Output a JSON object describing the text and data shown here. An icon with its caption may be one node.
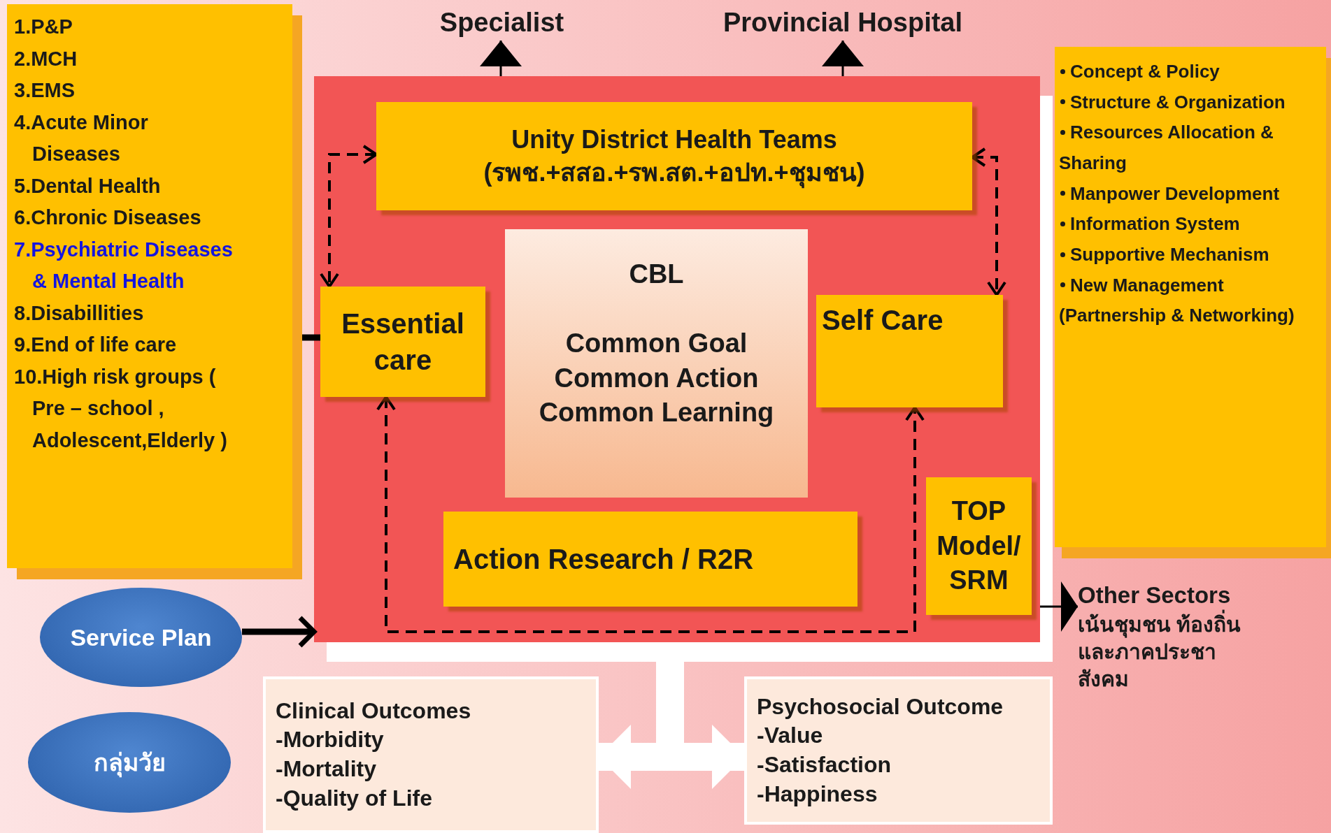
{
  "diagram": {
    "nodes": [
      {
        "text": [
          "1.P&P",
          "2.MCH",
          "3.EMS",
          "4.Acute Minor Diseases",
          "5.Dental Health",
          "6.Chronic Diseases",
          "7.Psychiatric Diseases & Mental Health",
          "8.Disabillities",
          "9.End of life care",
          "10.High risk groups ( Pre – school , Adolescent,Elderly )"
        ]
      },
      {
        "text": [
          "Specialist"
        ]
      },
      {
        "text": [
          "Provincial Hospital"
        ]
      },
      {
        "text": [
          "Concept & Policy",
          "Structure & Organization",
          "Resources Allocation & Sharing",
          "Manpower Development",
          "Information System",
          "Supportive Mechanism",
          "New Management (Partnership & Networking)"
        ]
      },
      {
        "text": [],
        "shape": "box"
      },
      {
        "text": [
          "Unity District Health Teams",
          "(รพช.+สสอ.+รพ.สต.+อปท.+ชุมชน)"
        ],
        "in": 4
      },
      {
        "text": [
          "Essential care"
        ],
        "in": 4
      },
      {
        "text": [
          "CBL",
          "Common Goal Common Action Common Learning"
        ],
        "in": 4
      },
      {
        "text": [
          "Self Care"
        ],
        "in": 4
      },
      {
        "text": [
          "Action Research / R2R"
        ],
        "in": 4
      },
      {
        "text": [
          "TOP Model/ SRM"
        ],
        "in": 4
      },
      {
        "text": [
          "Other Sectors",
          "เน้นชุมชน ท้องถิ่นและภาคประชาสังคม"
        ]
      },
      {
        "text": [
          "Service Plan"
        ]
      },
      {
        "text": [
          "กลุ่มวัย"
        ]
      },
      {
        "text": [
          "Clinical Outcomes",
          "-Morbidity",
          "-Mortality",
          "-Quality of Life"
        ]
      },
      {
        "text": [
          "Psychosocial Outcome",
          "-Value",
          "-Satisfaction",
          "-Happiness"
        ]
      }
    ],
    "edges": [
      {
        "from": 4,
        "to": 1,
        "arrow": "to"
      },
      {
        "from": 4,
        "to": 2,
        "arrow": "to"
      },
      {
        "from": 0,
        "to": 6,
        "arrow": "none",
        "style": "thick"
      },
      {
        "from": 12,
        "to": 4,
        "arrow": "to",
        "style": "thick"
      },
      {
        "from": 4,
        "to": 11,
        "arrow": "to"
      },
      {
        "from": 5,
        "to": 6,
        "arrow": "both",
        "style": "dashed"
      },
      {
        "from": 5,
        "to": 8,
        "arrow": "both",
        "style": "dashed"
      },
      {
        "from": 6,
        "to": 8,
        "arrow": "both",
        "style": "dashed"
      },
      {
        "from": 4,
        "to": 14,
        "arrow": "to",
        "style": "thick",
        "color": "#ffffff"
      },
      {
        "from": 4,
        "to": 15,
        "arrow": "to",
        "style": "thick",
        "color": "#ffffff"
      }
    ]
  }
}
